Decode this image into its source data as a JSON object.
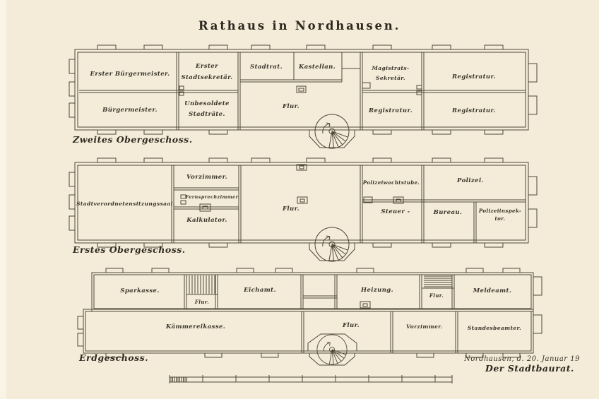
{
  "page": {
    "title": "Rathaus in Nordhausen."
  },
  "floors": {
    "second": {
      "caption": "Zweites Obergeschoss.",
      "rooms": [
        {
          "label": "Erster Bürgermeister."
        },
        {
          "label": "Bürgermeister."
        },
        {
          "label": "Erster",
          "line2": "Stadtsekretär."
        },
        {
          "label": "Unbesoldete",
          "line2": "Stadträte."
        },
        {
          "label": "Stadtrat."
        },
        {
          "label": "Kastellan."
        },
        {
          "label": "Flur."
        },
        {
          "label": "Magistrats-",
          "line2": "Sekretär."
        },
        {
          "label": "Registratur."
        },
        {
          "label": "Registratur."
        },
        {
          "label": "Registratur."
        }
      ]
    },
    "first": {
      "caption": "Erstes Obergeschoss.",
      "rooms": [
        {
          "label": "Stadtverordnetensitzungssaal."
        },
        {
          "label": "Vorzimmer."
        },
        {
          "label": "Fernsprechzimmer."
        },
        {
          "label": "Kalkulator."
        },
        {
          "label": "Flur."
        },
        {
          "label": "Polizeiwachtstube."
        },
        {
          "label": "Steuer -"
        },
        {
          "label": "Bureau."
        },
        {
          "label": "Polizei."
        },
        {
          "label": "Polizeiinspek-",
          "line2": "tor."
        }
      ]
    },
    "ground": {
      "caption": "Erdgeschoss.",
      "rooms": [
        {
          "label": "Sparkasse."
        },
        {
          "label": "Flur."
        },
        {
          "label": "Eichamt."
        },
        {
          "label": "Heizung."
        },
        {
          "label": "Flur."
        },
        {
          "label": "Meldeamt."
        },
        {
          "label": "Kämmereikasse."
        },
        {
          "label": "Flur."
        },
        {
          "label": "Vorzimmer."
        },
        {
          "label": "Standesbeamter."
        }
      ]
    }
  },
  "footer": {
    "place_date": "Nordhausen, d. 20. Januar 19",
    "signature": "Der Stadtbaurat."
  },
  "colors": {
    "paper": "#f4ecd8",
    "ink": "#4e4738"
  }
}
